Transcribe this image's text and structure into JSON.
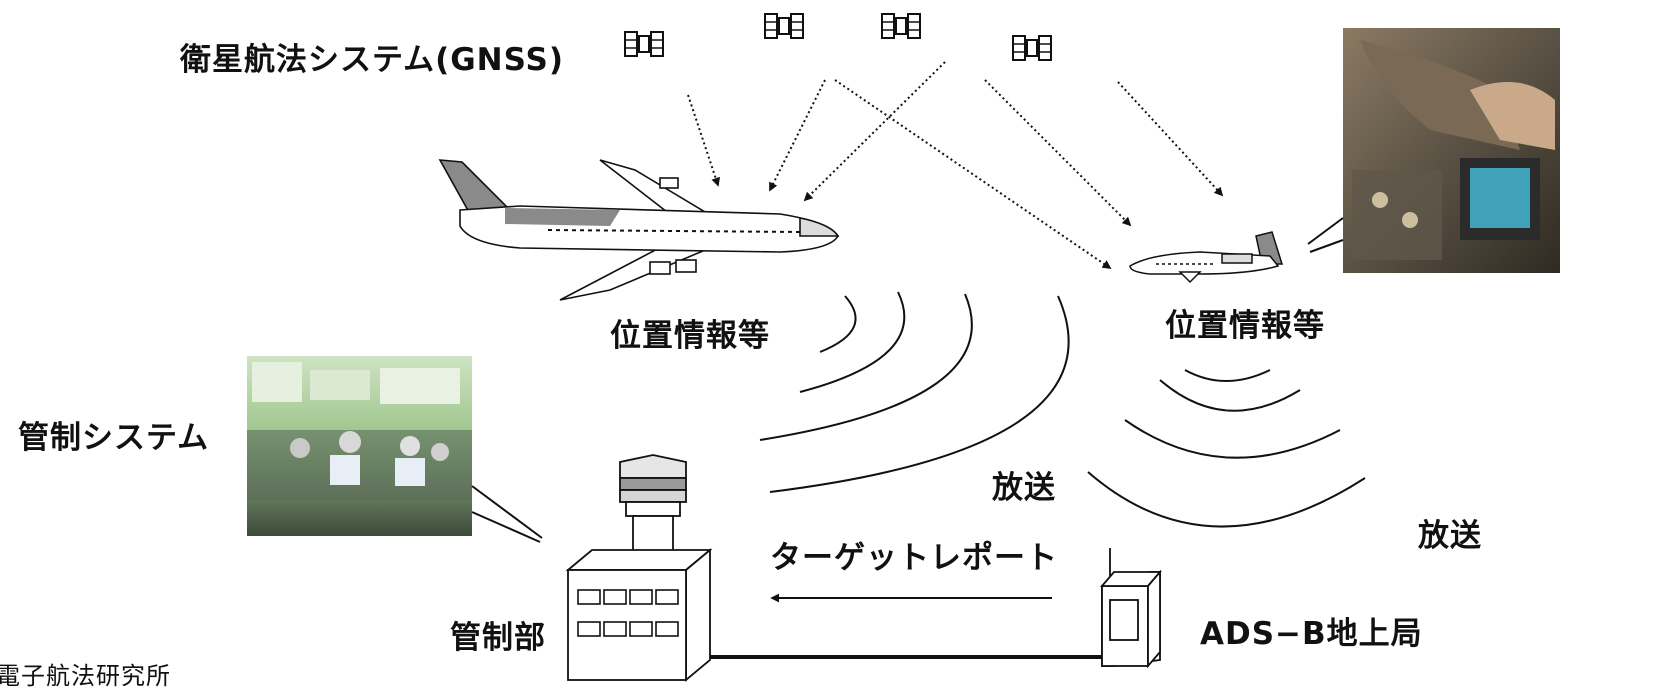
{
  "labels": {
    "gnss": "衛星航法システム(GNSS)",
    "position_info_left": "位置情報等",
    "position_info_right": "位置情報等",
    "atc_system": "管制システム",
    "broadcast_left": "放送",
    "broadcast_right": "放送",
    "target_report": "ターゲットレポート",
    "atc_unit": "管制部",
    "ads_b_ground": "ADS−B地上局",
    "credit": "電子航法研究所"
  },
  "colors": {
    "ink": "#111111",
    "background": "#ffffff",
    "aircraft_tail": "#8a8a8a",
    "photo_green": "#7fae6a",
    "cockpit_dark": "#4a4236"
  },
  "icons": [
    "satellite-icon",
    "airliner-icon",
    "small-jet-icon",
    "control-building-icon",
    "ground-station-icon"
  ]
}
